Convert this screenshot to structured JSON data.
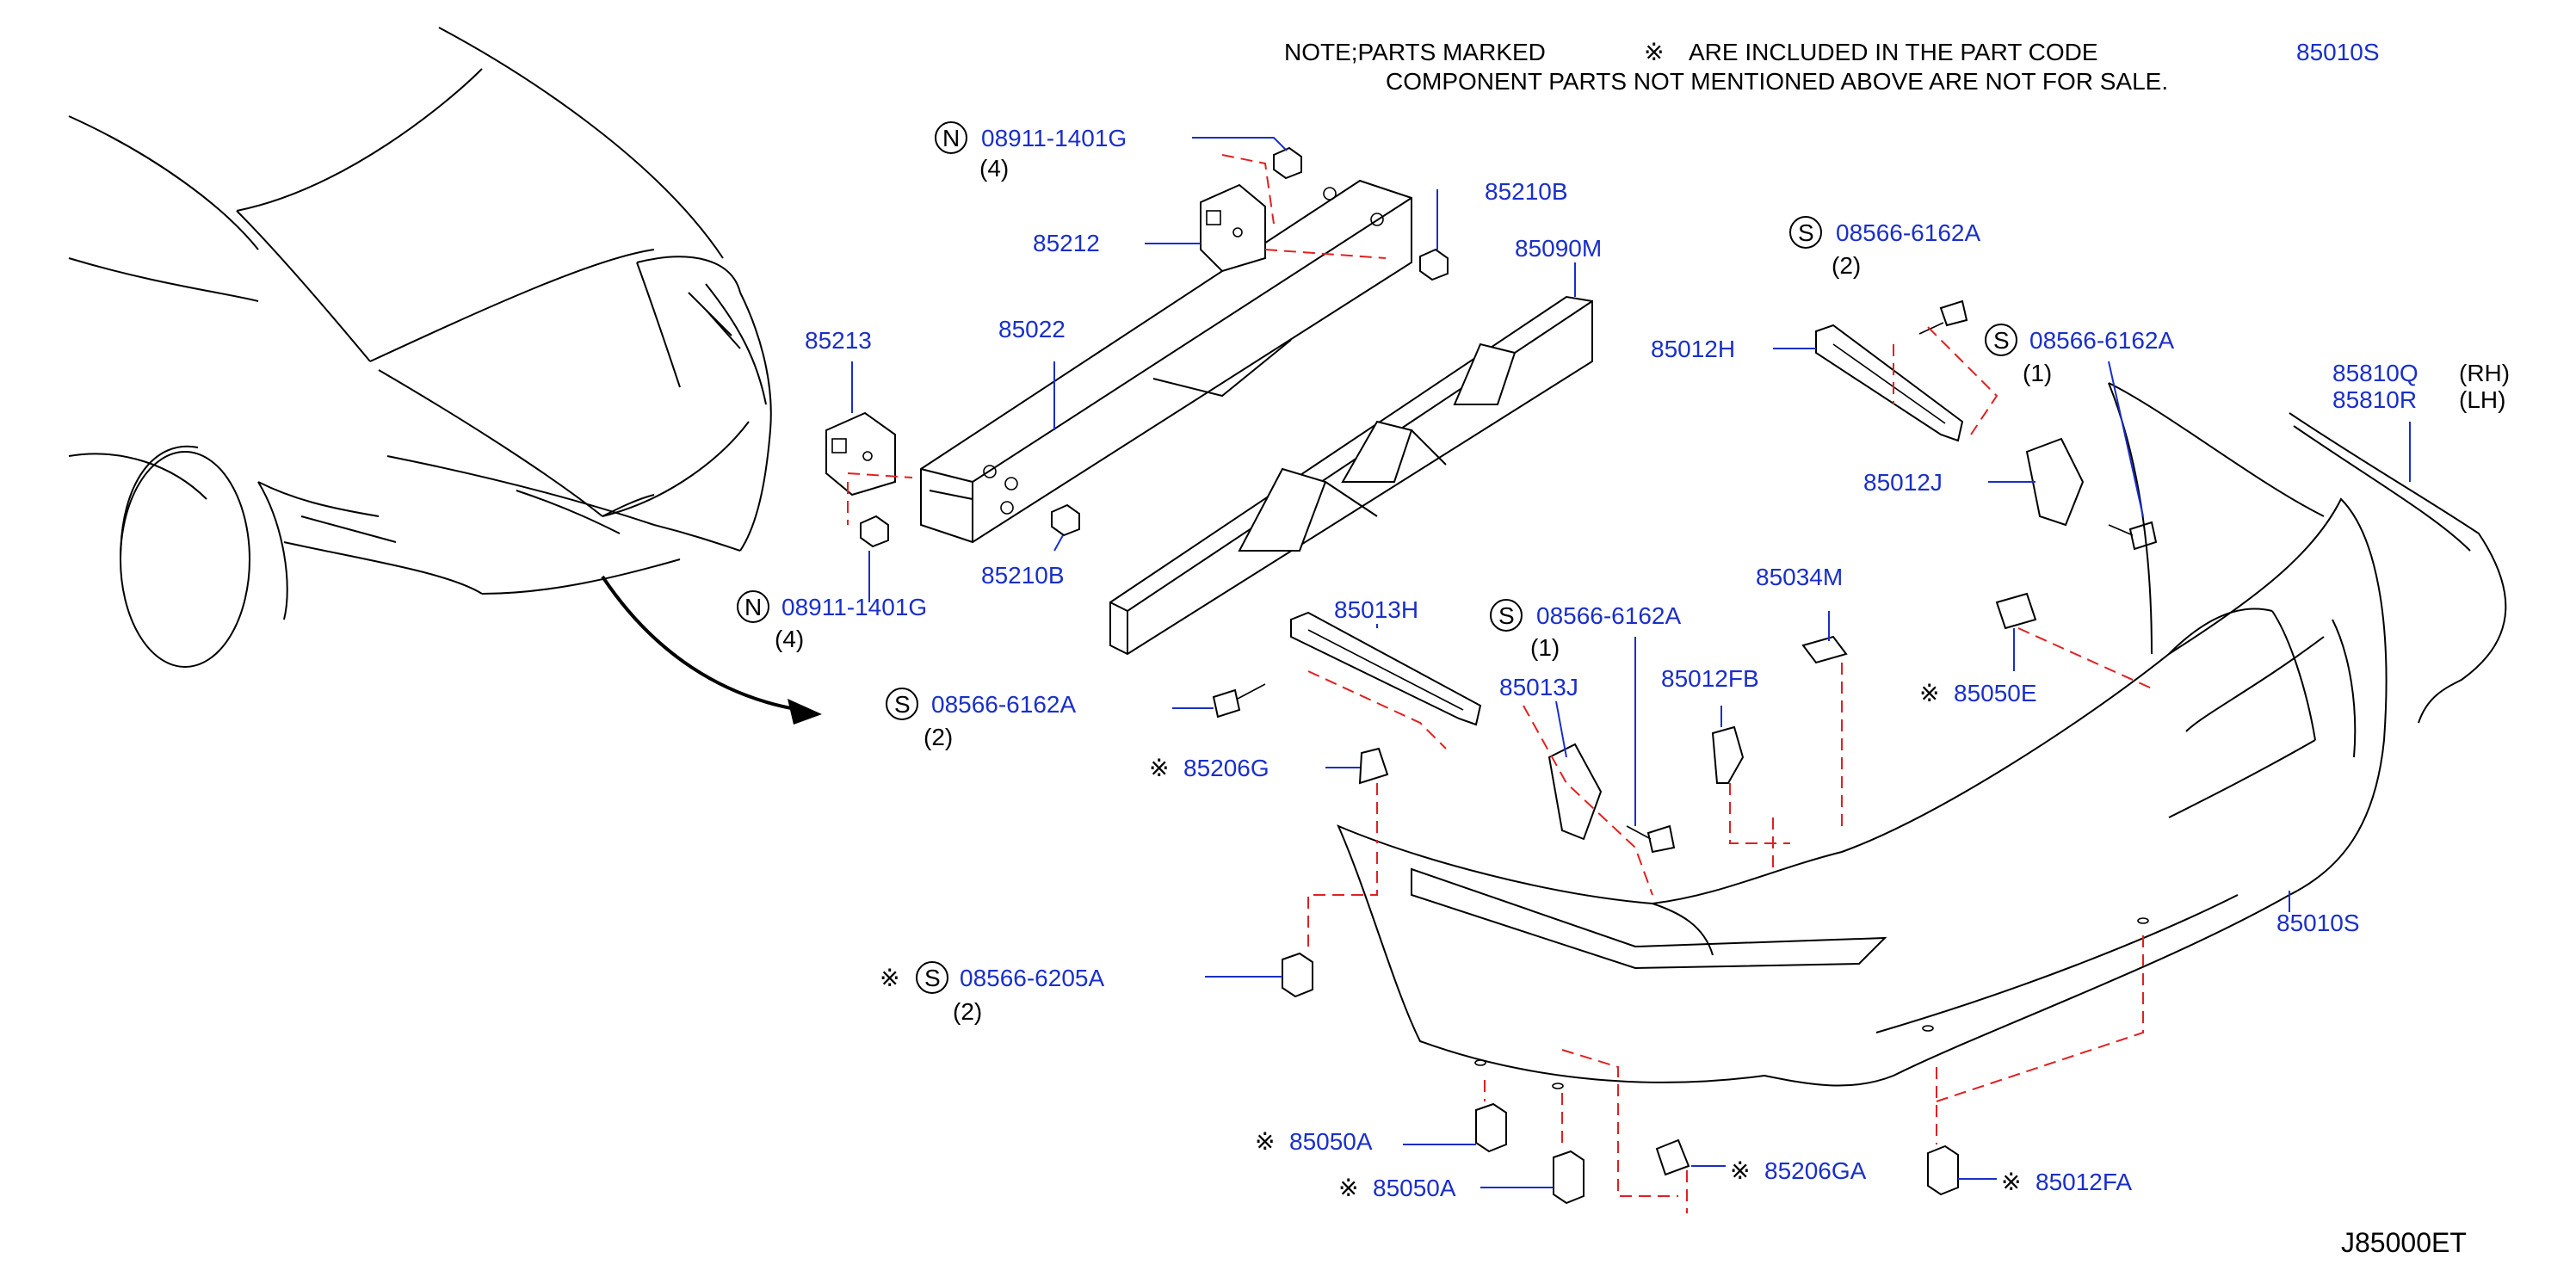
{
  "note": {
    "line1_prefix": "NOTE;PARTS   MARKED",
    "line1_suffix": "ARE   INCLUDED   IN   THE   PART   CODE",
    "line1_code": "85010S",
    "line2": "COMPONENT   PARTS   NOT   MENTIONED   ABOVE   ARE   NOT   FOR   SALE."
  },
  "diagram_code": "J85000ET",
  "symbols": {
    "N": "N",
    "S": "S",
    "mark": "※"
  },
  "labels": {
    "p85213": "85213",
    "p85022": "85022",
    "p85212": "85212",
    "p85210B_top": "85210B",
    "p85210B_bot": "85210B",
    "p85090M": "85090M",
    "n_top": "08911-1401G",
    "n_top_qty": "(4)",
    "n_bot": "08911-1401G",
    "n_bot_qty": "(4)",
    "s_left": "08566-6162A",
    "s_left_qty": "(2)",
    "s_top": "08566-6162A",
    "s_top_qty": "(2)",
    "s_mid_right": "08566-6162A",
    "s_mid_right_qty": "(1)",
    "s_center": "08566-6162A",
    "s_center_qty": "(1)",
    "s_bottom_left": "08566-6205A",
    "s_bottom_left_qty": "(2)",
    "p85012H": "85012H",
    "p85012J": "85012J",
    "p85013H": "85013H",
    "p85013J": "85013J",
    "p85034M": "85034M",
    "p85012FB": "85012FB",
    "p85050E": "85050E",
    "p85206G": "85206G",
    "p85050A_1": "85050A",
    "p85050A_2": "85050A",
    "p85206GA": "85206GA",
    "p85012FA": "85012FA",
    "p85010S": "85010S",
    "p85810Q": "85810Q",
    "p85810R": "85810R",
    "rh": "(RH)",
    "lh": "(LH)"
  }
}
